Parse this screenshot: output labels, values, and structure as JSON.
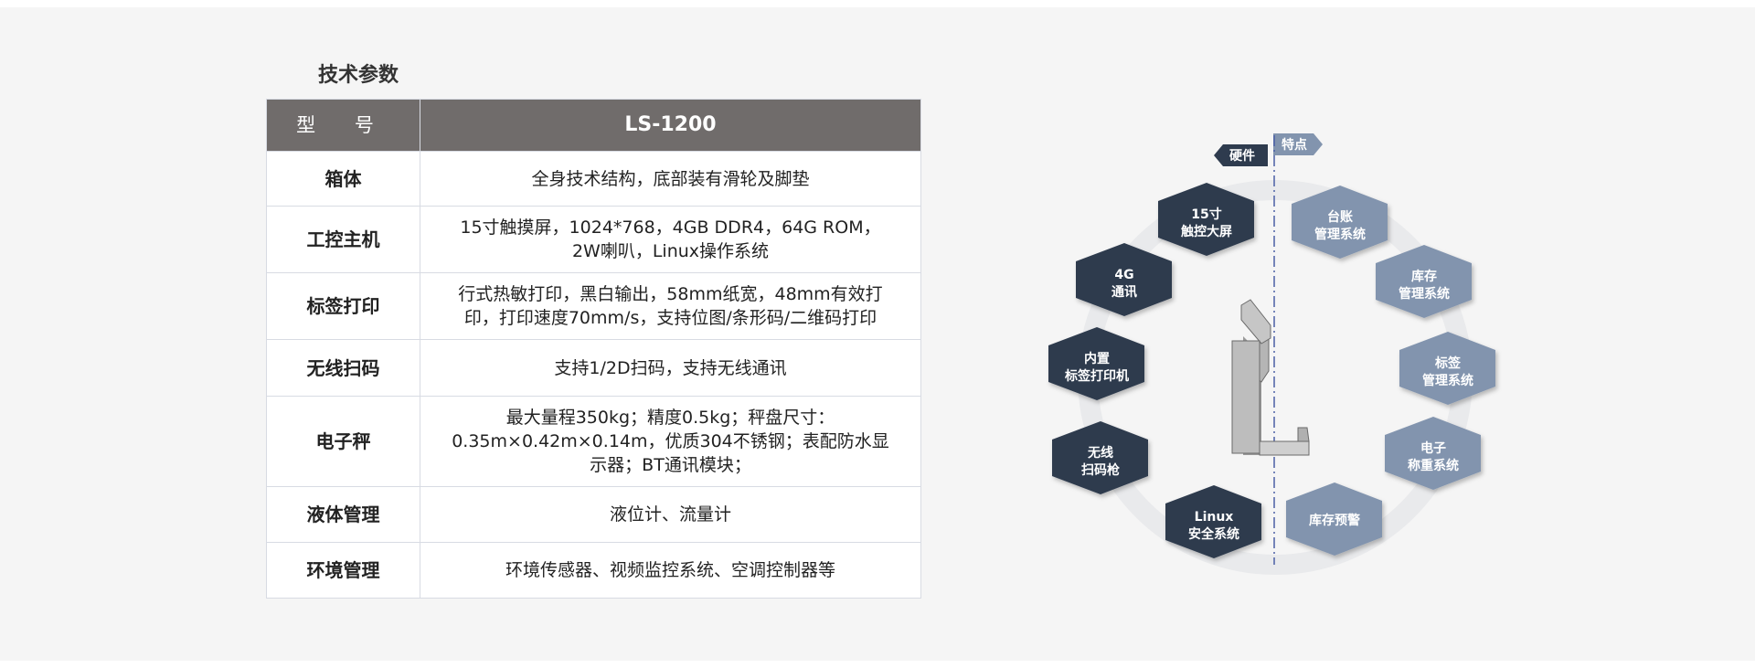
{
  "section_title": "技术参数",
  "table": {
    "header": {
      "label": "型 号",
      "value": "LS-1200"
    },
    "rows": [
      {
        "label": "箱体",
        "lines": [
          "全身技术结构，底部装有滑轮及脚垫"
        ]
      },
      {
        "label": "工控主机",
        "lines": [
          "15寸触摸屏，1024*768，4GB DDR4，64G ROM，",
          "2W喇叭，Linux操作系统"
        ]
      },
      {
        "label": "标签打印",
        "lines": [
          "行式热敏打印，黑白输出，58mm纸宽，48mm有效打",
          "印，打印速度70mm/s，支持位图/条形码/二维码打印"
        ]
      },
      {
        "label": "无线扫码",
        "lines": [
          "支持1/2D扫码，支持无线通讯"
        ]
      },
      {
        "label": "电子秤",
        "lines": [
          "最大量程350kg；精度0.5kg；秤盘尺寸：",
          "0.35m×0.42m×0.14m，优质304不锈钢；表配防水显",
          "示器；BT通讯模块；"
        ]
      },
      {
        "label": "液体管理",
        "lines": [
          "液位计、流量计"
        ]
      },
      {
        "label": "环境管理",
        "lines": [
          "环境传感器、视频监控系统、空调控制器等"
        ]
      }
    ]
  },
  "diagram": {
    "tag_hardware": "硬件",
    "tag_features": "特点",
    "hardware": [
      {
        "line1": "15寸",
        "line2": "触控大屏"
      },
      {
        "line1": "4G",
        "line2": "通讯"
      },
      {
        "line1": "内置",
        "line2": "标签打印机"
      },
      {
        "line1": "无线",
        "line2": "扫码枪"
      },
      {
        "line1": "Linux",
        "line2": "安全系统"
      }
    ],
    "features": [
      {
        "line1": "台账",
        "line2": "管理系统"
      },
      {
        "line1": "库存",
        "line2": "管理系统"
      },
      {
        "line1": "标签",
        "line2": "管理系统"
      },
      {
        "line1": "电子",
        "line2": "称重系统"
      },
      {
        "line1": "库存预警",
        "line2": ""
      }
    ],
    "colors": {
      "hardware": "#2e3b4e",
      "features": "#8294ae",
      "header": "#706c6b"
    }
  }
}
